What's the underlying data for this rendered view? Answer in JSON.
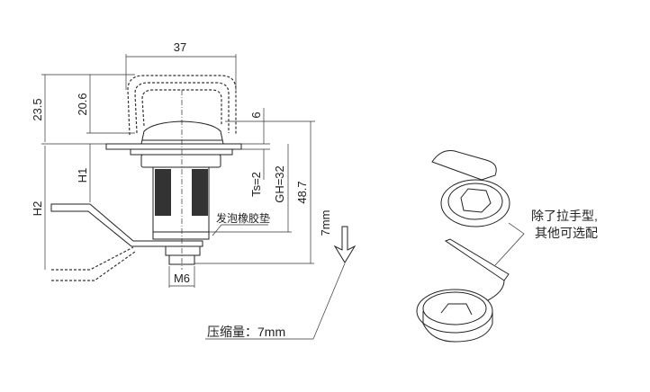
{
  "dimensions": {
    "width_37": "37",
    "height_23_5": "23.5",
    "height_20_6": "20.6",
    "gap_6": "6",
    "h1": "H1",
    "h2": "H2",
    "ts": "Ts=2",
    "gh": "GH=32",
    "length_48_7": "48.7",
    "travel_7mm": "7mm",
    "thread_m6": "M6"
  },
  "labels": {
    "foam_gasket": "发泡橡胶垫",
    "compression": "压缩量：7mm",
    "option_line1": "除了拉手型,",
    "option_line2": "其他可选配"
  }
}
